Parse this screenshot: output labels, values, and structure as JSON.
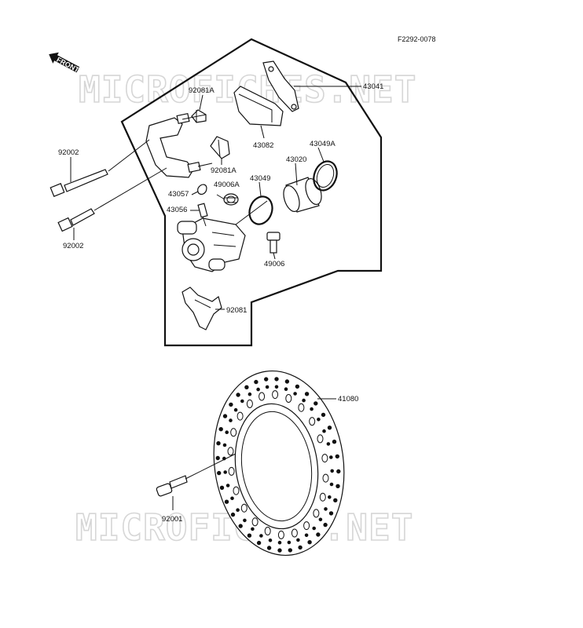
{
  "reference_code": "F2292-0078",
  "front_label": "FRONT",
  "watermarks": [
    "MICROFICHES.NET",
    "MICROFICHES.NET"
  ],
  "parts": {
    "caliper_holder_bolt_top": "92002",
    "caliper_holder_bolt_bottom": "92002",
    "pad_spring_top": "92081A",
    "pad_spring_mid": "92081A",
    "pad_spring_bottom": "92081",
    "pad_assembly": "43041",
    "pad_set": "43082",
    "piston": "43020",
    "piston_seal_outer": "43049A",
    "piston_seal": "43049",
    "bleeder_cap": "43057",
    "bleeder_valve": "43056",
    "boot": "49006A",
    "pin_bolt": "49006",
    "disc": "41080",
    "disc_bolt": "92001"
  }
}
